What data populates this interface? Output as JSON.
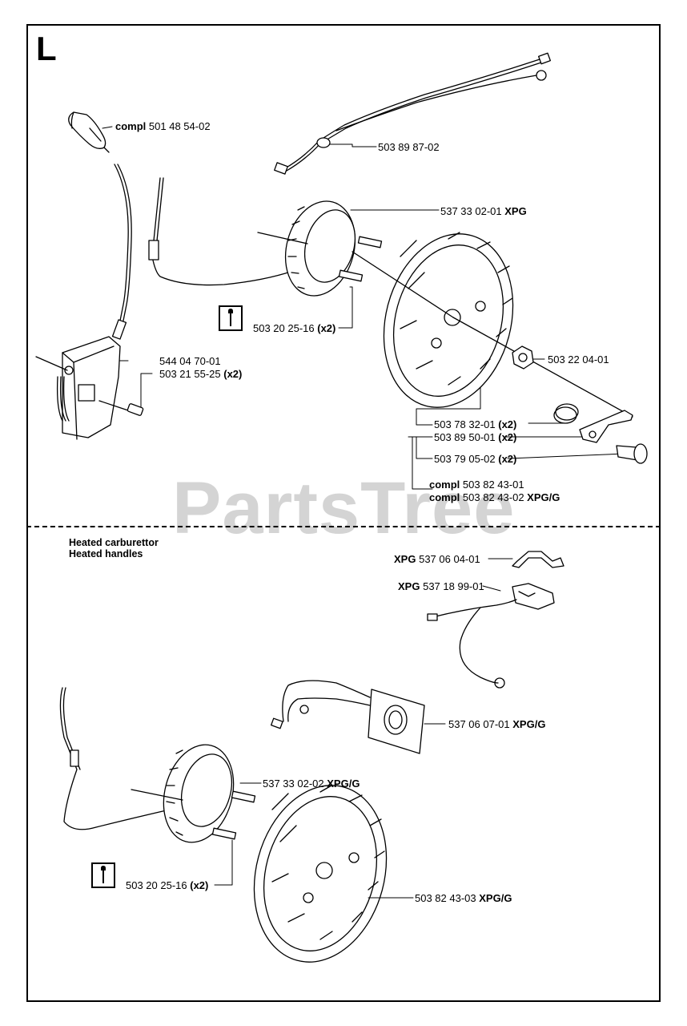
{
  "section": {
    "letter": "L"
  },
  "watermark": "PartsTree",
  "heated_note": {
    "line1": "Heated carburettor",
    "line2": "Heated handles"
  },
  "labels": {
    "spark_cap": {
      "prefix": "compl",
      "number": "501 48 54-02",
      "suffix": ""
    },
    "wire_harness": {
      "prefix": "",
      "number": "503 89 87-02",
      "suffix": ""
    },
    "stator_top": {
      "prefix": "",
      "number": "537 33 02-01",
      "suffix": "XPG"
    },
    "screw_top": {
      "prefix": "",
      "number": "503 20 25-16",
      "suffix": "(x2)"
    },
    "ignition_module": {
      "prefix": "",
      "number": "544 04 70-01",
      "suffix": ""
    },
    "module_screw": {
      "prefix": "",
      "number": "503 21 55-25",
      "suffix": "(x2)"
    },
    "nut": {
      "prefix": "",
      "number": "503 22 04-01",
      "suffix": ""
    },
    "spring": {
      "prefix": "",
      "number": "503 78 32-01",
      "suffix": "(x2)"
    },
    "pawl": {
      "prefix": "",
      "number": "503 89 50-01",
      "suffix": "(x2)"
    },
    "pin": {
      "prefix": "",
      "number": "503 79 05-02",
      "suffix": "(x2)"
    },
    "flywheel_compl_1": {
      "prefix": "compl",
      "number": "503 82 43-01",
      "suffix": ""
    },
    "flywheel_compl_2": {
      "prefix": "compl",
      "number": "503 82 43-02",
      "suffix": "XPG/G"
    },
    "bracket": {
      "prefix": "XPG",
      "number": "537 06 04-01",
      "suffix": ""
    },
    "thermostat": {
      "prefix": "XPG",
      "number": "537 18 99-01",
      "suffix": ""
    },
    "heater_element": {
      "prefix": "",
      "number": "537 06 07-01",
      "suffix": "XPG/G"
    },
    "stator_bottom": {
      "prefix": "",
      "number": "537 33 02-02",
      "suffix": "XPG/G"
    },
    "screw_bottom": {
      "prefix": "",
      "number": "503 20 25-16",
      "suffix": "(x2)"
    },
    "flywheel_bottom": {
      "prefix": "",
      "number": "503 82 43-03",
      "suffix": "XPG/G"
    }
  }
}
